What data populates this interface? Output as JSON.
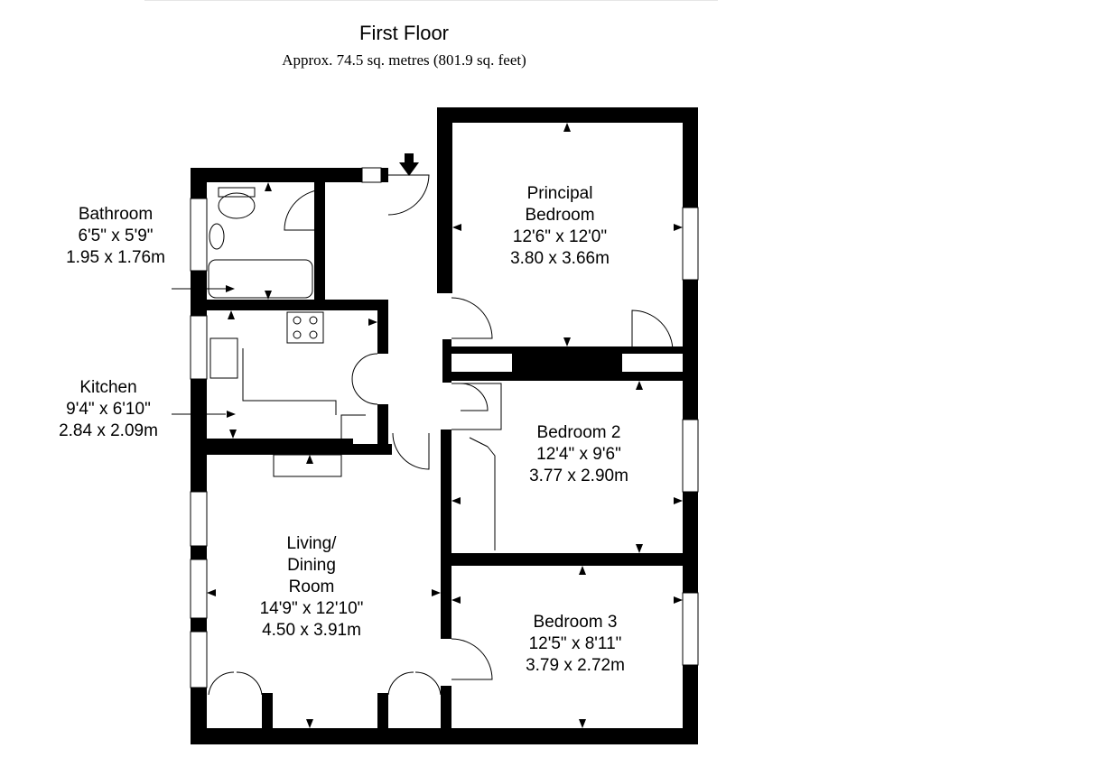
{
  "header": {
    "title": "First Floor",
    "area": "Approx. 74.5 sq. metres (801.9 sq. feet)"
  },
  "rooms": {
    "bathroom": {
      "name": "Bathroom",
      "imperial": "6'5\" x 5'9\"",
      "metric": "1.95 x 1.76m"
    },
    "kitchen": {
      "name": "Kitchen",
      "imperial": "9'4\" x 6'10\"",
      "metric": "2.84 x 2.09m"
    },
    "principal": {
      "name_line1": "Principal",
      "name_line2": "Bedroom",
      "imperial": "12'6\" x 12'0\"",
      "metric": "3.80 x 3.66m"
    },
    "bedroom2": {
      "name": "Bedroom 2",
      "imperial": "12'4\" x 9'6\"",
      "metric": "3.77 x 2.90m"
    },
    "bedroom3": {
      "name": "Bedroom 3",
      "imperial": "12'5\" x 8'11\"",
      "metric": "3.79 x 2.72m"
    },
    "living": {
      "name_line1": "Living/",
      "name_line2": "Dining",
      "name_line3": "Room",
      "imperial": "14'9\" x 12'10\"",
      "metric": "4.50 x 3.91m"
    }
  },
  "colors": {
    "wall": "#000000",
    "background": "#ffffff"
  }
}
